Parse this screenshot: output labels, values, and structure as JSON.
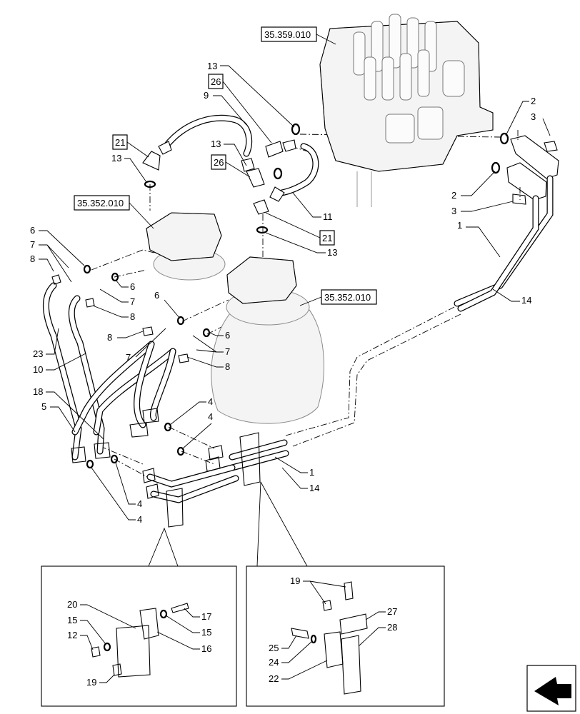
{
  "references": {
    "valve_block": "35.359.010",
    "motor_upper": "35.352.010",
    "motor_lower": "35.352.010"
  },
  "boxed_callouts": {
    "b26a": "26",
    "b21a": "21",
    "b26b": "26",
    "b21b": "21"
  },
  "callouts": {
    "c13a": "13",
    "c9": "9",
    "c13b": "13",
    "c13c": "13",
    "c2a": "2",
    "c3a": "3",
    "c2b": "2",
    "c3b": "3",
    "c1a": "1",
    "c11": "11",
    "c13d": "13",
    "c14a": "14",
    "c6a": "6",
    "c7a": "7",
    "c8a": "8",
    "c6b": "6",
    "c7b": "7",
    "c8b": "8",
    "c6c": "6",
    "c6d": "6",
    "c8c": "8",
    "c7c": "7",
    "c7d": "7",
    "c8d": "8",
    "c23": "23",
    "c10": "10",
    "c18": "18",
    "c5": "5",
    "c4a": "4",
    "c4b": "4",
    "c1b": "1",
    "c14b": "14",
    "c4c": "4",
    "c4d": "4",
    "c20": "20",
    "c15a": "15",
    "c12": "12",
    "c19a": "19",
    "c17": "17",
    "c15b": "15",
    "c16": "16",
    "c19b": "19",
    "c27": "27",
    "c28": "28",
    "c25": "25",
    "c24": "24",
    "c22": "22"
  },
  "icons": {
    "nav_arrow": "arrow-icon"
  }
}
